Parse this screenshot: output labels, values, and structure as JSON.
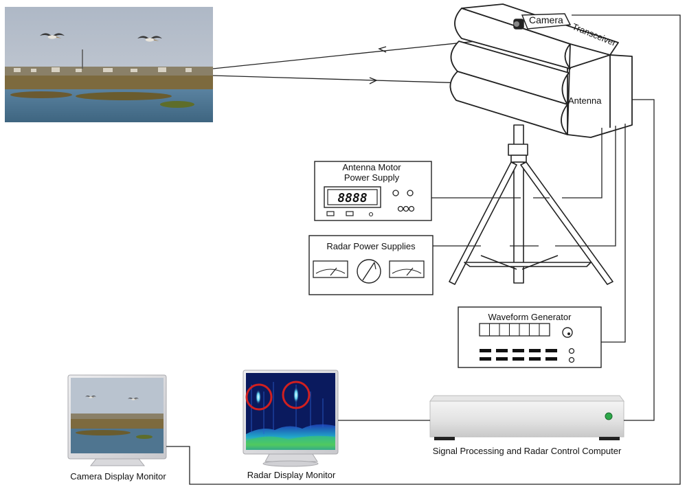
{
  "labels": {
    "camera": "Camera",
    "transceiver": "Transceiver",
    "antenna": "Antenna",
    "antenna_motor_line1": "Antenna Motor",
    "antenna_motor_line2": "Power Supply",
    "motor_display": "8888",
    "radar_power": "Radar Power Supplies",
    "waveform": "Waveform Generator",
    "computer": "Signal Processing and Radar Control Computer",
    "camera_monitor": "Camera Display Monitor",
    "radar_monitor": "Radar Display Monitor"
  },
  "colors": {
    "sky": "#b9c3cf",
    "water": "#4f7590",
    "marsh": "#7d6a3e",
    "radar_bg": "#0a1a5e",
    "detection_circle": "#d02020",
    "computer_led": "#2ea84a",
    "monitor_bezel": "#d9d9dc"
  },
  "icons": {
    "camera": "camera-icon",
    "antenna": "radar-antenna-icon",
    "tripod": "tripod-icon",
    "bird": "pelican-icon"
  }
}
